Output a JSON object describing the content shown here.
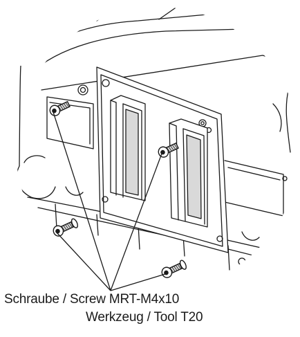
{
  "figure": {
    "caption_line1": "Schraube / Screw MRT-M4x10",
    "caption_line2": "Werkzeug / Tool T20",
    "line_color": "#1a1a1a",
    "shade_color": "#d9d9d9",
    "screw_count": 4
  }
}
